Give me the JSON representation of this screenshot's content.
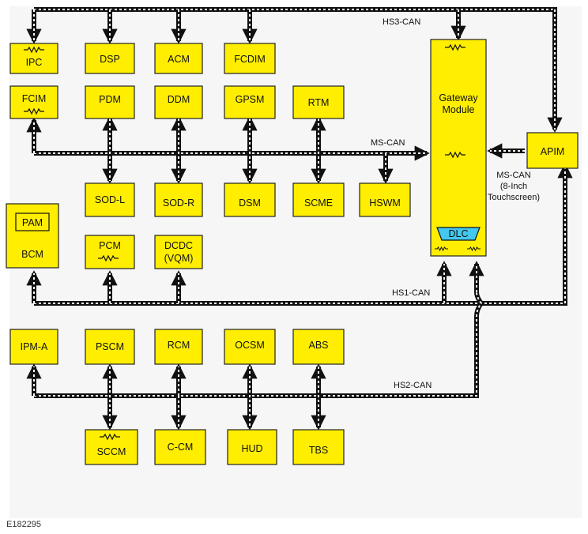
{
  "figure_id": "E182295",
  "buses": {
    "hs3": "HS3-CAN",
    "ms": "MS-CAN",
    "hs1": "HS1-CAN",
    "hs2": "HS2-CAN",
    "ms_apim_line1": "MS-CAN",
    "ms_apim_line2": "(8-Inch",
    "ms_apim_line3": "Touchscreen)"
  },
  "modules": {
    "ipc": "IPC",
    "dsp": "DSP",
    "acm": "ACM",
    "fcdim": "FCDIM",
    "fcim": "FCIM",
    "pdm": "PDM",
    "ddm": "DDM",
    "gpsm": "GPSM",
    "rtm": "RTM",
    "sod_l": "SOD-L",
    "sod_r": "SOD-R",
    "dsm": "DSM",
    "scme": "SCME",
    "hswm": "HSWM",
    "gateway_line1": "Gateway",
    "gateway_line2": "Module",
    "dlc": "DLC",
    "apim": "APIM",
    "pam": "PAM",
    "bcm": "BCM",
    "pcm": "PCM",
    "dcdc_line1": "DCDC",
    "dcdc_line2": "(VQM)",
    "ipm_a": "IPM-A",
    "pscm": "PSCM",
    "rcm": "RCM",
    "ocsm": "OCSM",
    "abs": "ABS",
    "sccm": "SCCM",
    "c_cm": "C-CM",
    "hud": "HUD",
    "tbs": "TBS"
  }
}
